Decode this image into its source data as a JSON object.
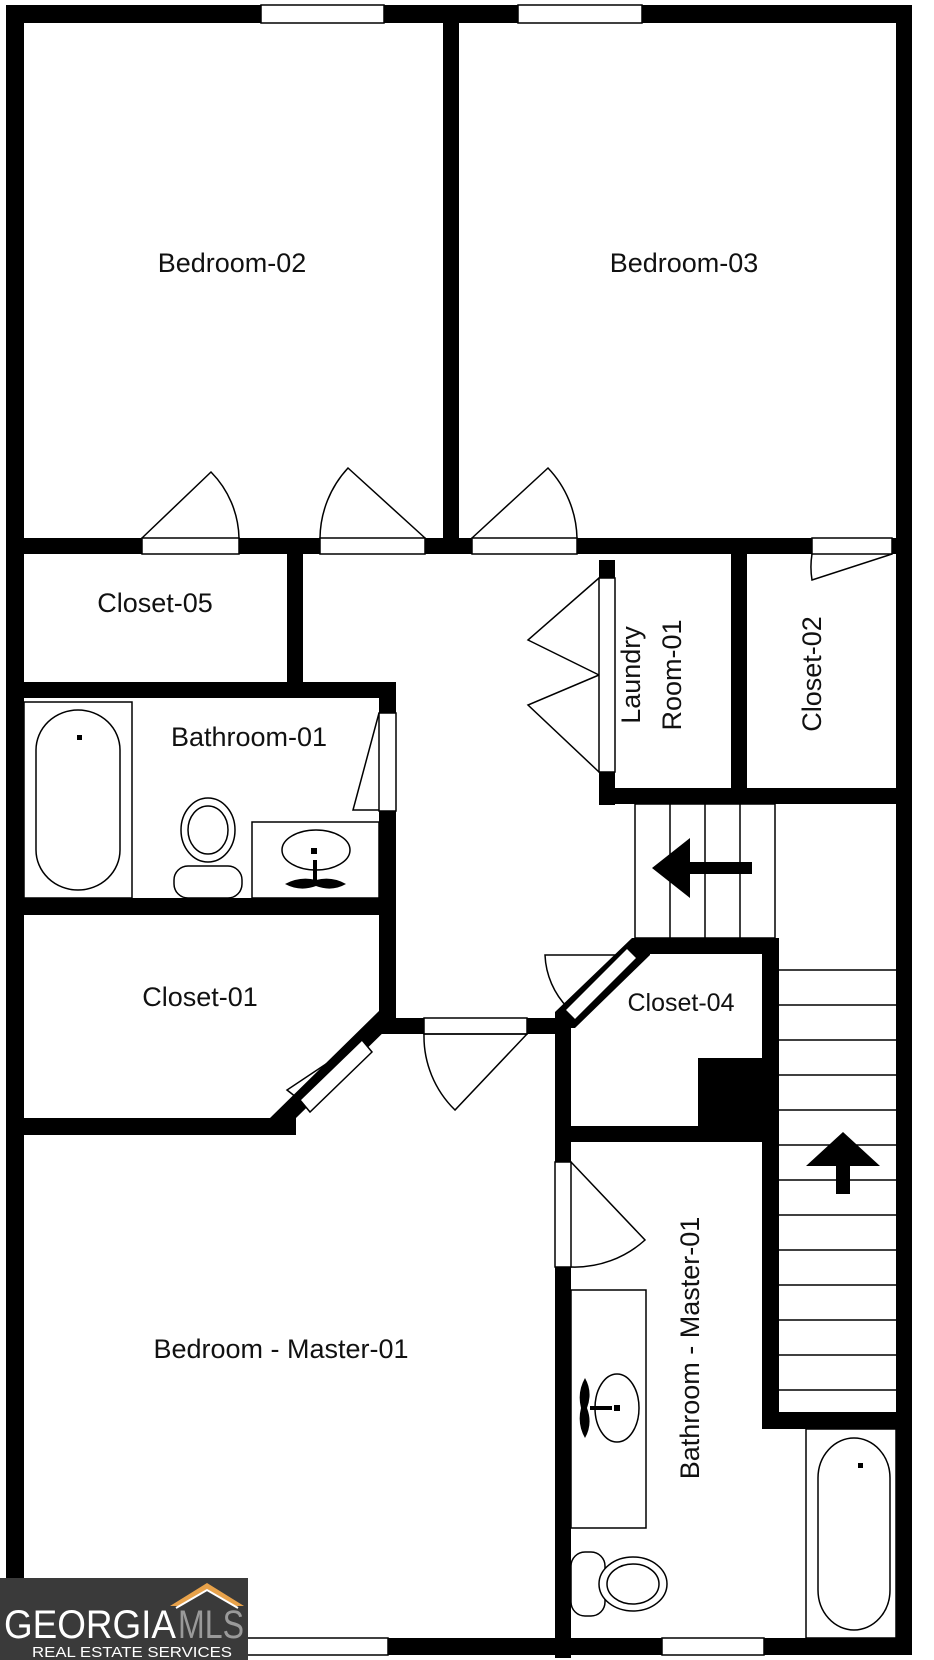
{
  "rooms": {
    "bedroom_02": "Bedroom-02",
    "bedroom_03": "Bedroom-03",
    "closet_05": "Closet-05",
    "laundry_line1": "Laundry",
    "laundry_line2": "Room-01",
    "closet_02": "Closet-02",
    "bathroom_01": "Bathroom-01",
    "closet_01": "Closet-01",
    "closet_04": "Closet-04",
    "bedroom_master": "Bedroom - Master-01",
    "bathroom_master": "Bathroom - Master-01"
  },
  "logo": {
    "brand_a": "GEORGIA",
    "brand_b": "MLS",
    "tagline": "REAL ESTATE SERVICES"
  },
  "colors": {
    "wall": "#000000",
    "background": "#ffffff",
    "logo_bg": "#3a3a3a",
    "logo_roof": "#e8a24a"
  }
}
